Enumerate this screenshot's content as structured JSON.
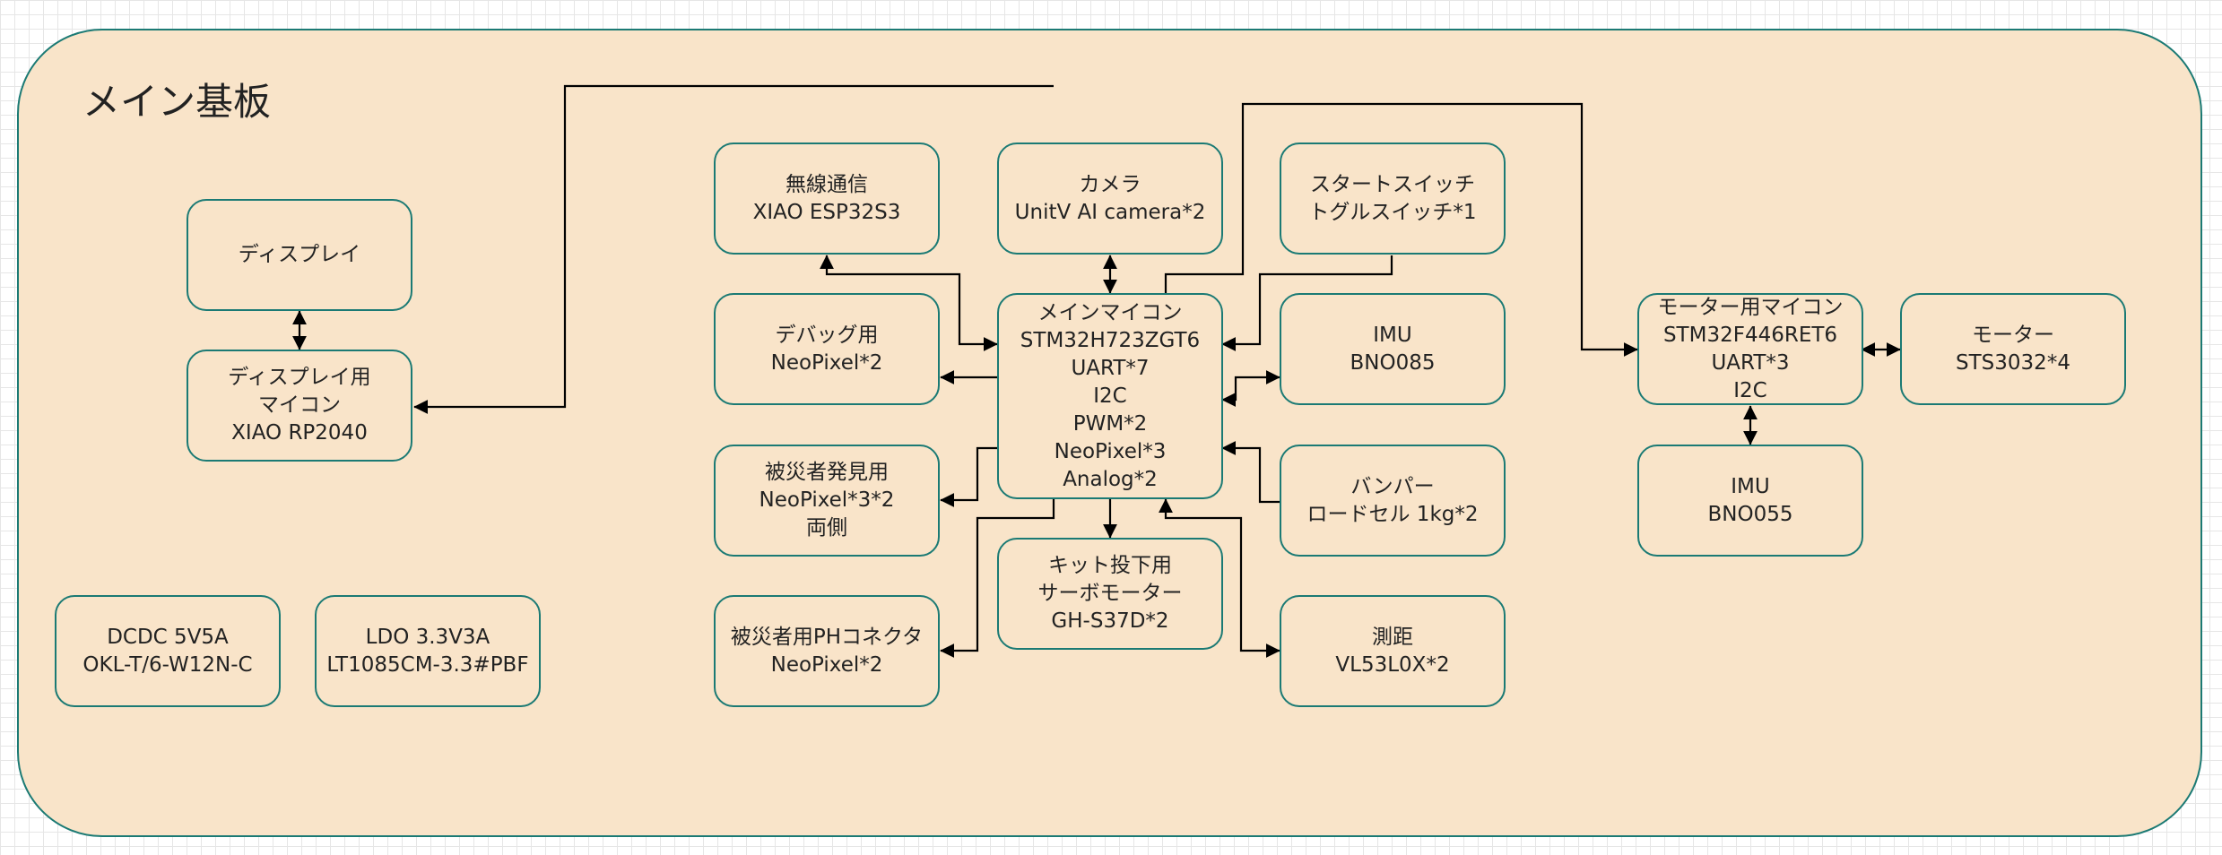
{
  "board": {
    "title": "メイン基板"
  },
  "nodes": {
    "display": {
      "lines": [
        "ディスプレイ"
      ]
    },
    "display_mcu": {
      "lines": [
        "ディスプレイ用",
        "マイコン",
        "XIAO RP2040"
      ]
    },
    "wireless": {
      "lines": [
        "無線通信",
        "XIAO ESP32S3"
      ]
    },
    "camera": {
      "lines": [
        "カメラ",
        "UnitV AI camera*2"
      ]
    },
    "start_switch": {
      "lines": [
        "スタートスイッチ",
        "トグルスイッチ*1"
      ]
    },
    "debug_led": {
      "lines": [
        "デバッグ用",
        "NeoPixel*2"
      ]
    },
    "main_mcu": {
      "lines": [
        "メインマイコン",
        "STM32H723ZGT6",
        "UART*7",
        "I2C",
        "PWM*2",
        "NeoPixel*3",
        "Analog*2"
      ]
    },
    "imu_main": {
      "lines": [
        "IMU",
        "BNO085"
      ]
    },
    "victim_led": {
      "lines": [
        "被災者発見用",
        "NeoPixel*3*2",
        "両側"
      ]
    },
    "bumper": {
      "lines": [
        "バンパー",
        "ロードセル 1kg*2"
      ]
    },
    "kit_servo": {
      "lines": [
        "キット投下用",
        "サーボモーター",
        "GH-S37D*2"
      ]
    },
    "victim_connector": {
      "lines": [
        "被災者用PHコネクタ",
        "NeoPixel*2"
      ]
    },
    "rangefinder": {
      "lines": [
        "測距",
        "VL53L0X*2"
      ]
    },
    "motor_mcu": {
      "lines": [
        "モーター用マイコン",
        "STM32F446RET6",
        "UART*3",
        "I2C"
      ]
    },
    "motor": {
      "lines": [
        "モーター",
        "STS3032*4"
      ]
    },
    "imu_motor": {
      "lines": [
        "IMU",
        "BNO055"
      ]
    },
    "dcdc": {
      "lines": [
        "DCDC 5V5A",
        "OKL-T/6-W12N-C"
      ]
    },
    "ldo": {
      "lines": [
        "LDO 3.3V3A",
        "LT1085CM-3.3#PBF"
      ]
    }
  },
  "colors": {
    "board_fill": "#f9e4c9",
    "border": "#1b7a74",
    "wire": "#000000",
    "text": "#222222"
  }
}
